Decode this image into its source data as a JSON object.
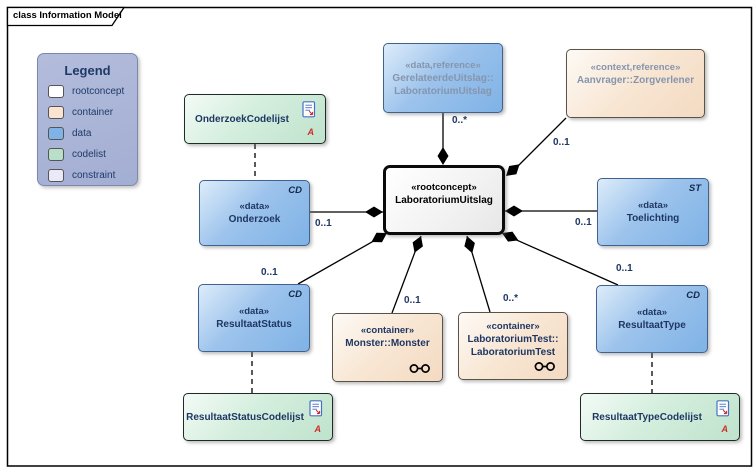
{
  "frame": {
    "tab_title": "class Information Model"
  },
  "legend": {
    "title": "Legend",
    "items": [
      {
        "label": "rootconcept",
        "color": "#ffffff"
      },
      {
        "label": "container",
        "color": "#f9e4d1"
      },
      {
        "label": "data",
        "color": "#7fb2e6"
      },
      {
        "label": "codelist",
        "color": "#b9dfc9"
      },
      {
        "label": "constraint",
        "color": "#e9e9f8"
      }
    ]
  },
  "nodes": {
    "gerelateerde_uitslag": {
      "stereotype": "«data,reference»",
      "name1": "GerelateerdeUitslag::",
      "name2": "LaboratoriumUitslag"
    },
    "aanvrager": {
      "stereotype": "«context,reference»",
      "name": "Aanvrager::Zorgverlener"
    },
    "onderzoek_codelijst": {
      "name": "OnderzoekCodelijst",
      "marker": "A"
    },
    "onderzoek": {
      "stereotype": "«data»",
      "name": "Onderzoek",
      "corner": "CD"
    },
    "laboratorium_uitslag": {
      "stereotype": "«rootconcept»",
      "name": "LaboratoriumUitslag"
    },
    "toelichting": {
      "stereotype": "«data»",
      "name": "Toelichting",
      "corner": "ST"
    },
    "resultaat_status": {
      "stereotype": "«data»",
      "name": "ResultaatStatus",
      "corner": "CD"
    },
    "monster": {
      "stereotype": "«container»",
      "name": "Monster::Monster"
    },
    "laboratorium_test": {
      "stereotype": "«container»",
      "name1": "LaboratoriumTest::",
      "name2": "LaboratoriumTest"
    },
    "resultaat_type": {
      "stereotype": "«data»",
      "name": "ResultaatType",
      "corner": "CD"
    },
    "resultaat_status_codelijst": {
      "name": "ResultaatStatusCodelijst",
      "marker": "A"
    },
    "resultaat_type_codelijst": {
      "name": "ResultaatTypeCodelijst",
      "marker": "A"
    }
  },
  "multiplicities": {
    "gerelateerde": "0..*",
    "aanvrager": "0..1",
    "onderzoek": "0..1",
    "toelichting": "0..1",
    "resultaat_status": "0..1",
    "monster": "0..1",
    "laboratorium_test": "0..*",
    "resultaat_type": "0..1"
  },
  "colors": {
    "data_fill": "#7fb2e6",
    "container_fill": "#f3dac2",
    "codelist_fill": "#bfe3cd",
    "rootconcept_fill": "#ffffff",
    "constraint_fill": "#e9e9f8",
    "legend_bg": "#a7b1d5",
    "text_dark": "#1f3763",
    "reference_text": "#8595ac",
    "marker_red": "#cd2b2b",
    "icon_blue": "#4472c4"
  }
}
